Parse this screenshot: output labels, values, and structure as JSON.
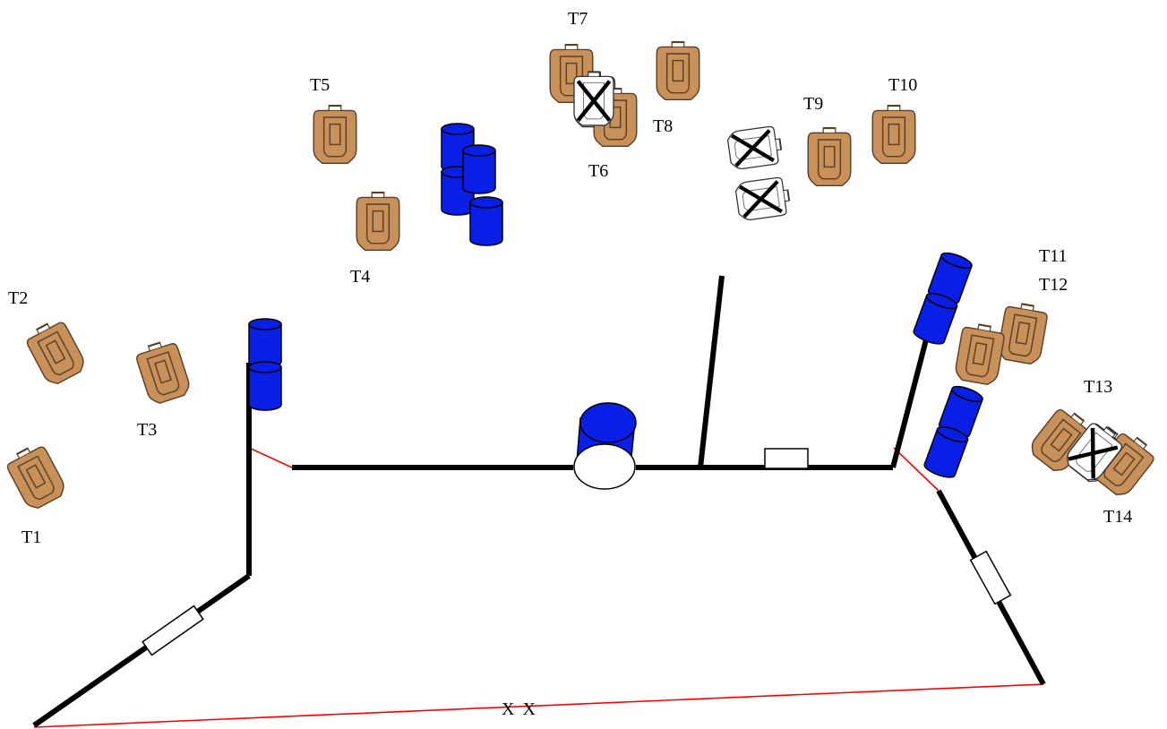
{
  "colors": {
    "target_fill": "#c8915c",
    "target_stroke": "#5a3d22",
    "barrel_fill": "#0a1fe6",
    "wall": "#000000",
    "fault_line": "#ff0000",
    "no_shoot_fill": "#ffffff"
  },
  "targets": [
    {
      "id": "t1",
      "label": "T1"
    },
    {
      "id": "t2",
      "label": "T2"
    },
    {
      "id": "t3",
      "label": "T3"
    },
    {
      "id": "t4",
      "label": "T4"
    },
    {
      "id": "t5",
      "label": "T5"
    },
    {
      "id": "t6",
      "label": "T6"
    },
    {
      "id": "t7",
      "label": "T7"
    },
    {
      "id": "t8",
      "label": "T8"
    },
    {
      "id": "t9",
      "label": "T9"
    },
    {
      "id": "t10",
      "label": "T10"
    },
    {
      "id": "t11",
      "label": "T11"
    },
    {
      "id": "t12",
      "label": "T12"
    },
    {
      "id": "t13",
      "label": "T13"
    },
    {
      "id": "t14",
      "label": "T14"
    }
  ],
  "start_marker": "X X",
  "icons": {
    "target": "paper-target-icon",
    "no_shoot": "no-shoot-target-icon",
    "barrel": "barrel-icon",
    "window": "window-port-icon"
  }
}
